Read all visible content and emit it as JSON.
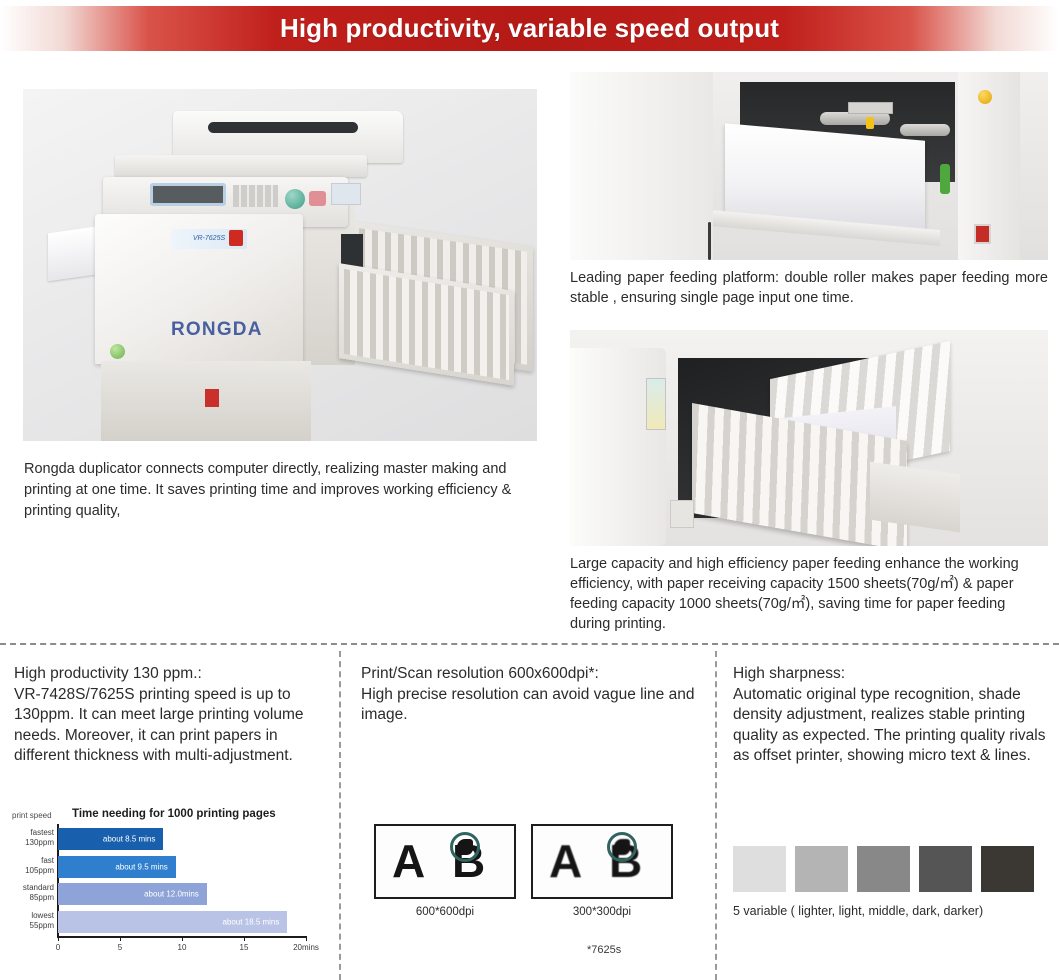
{
  "banner": {
    "title": "High productivity, variable speed output"
  },
  "photos": {
    "main": {
      "name": "rongda-duplicator-photo",
      "brand": "RONGDA",
      "model_sticker": "VR-7625S"
    },
    "feed": {
      "name": "paper-feeding-platform-photo"
    },
    "receive": {
      "name": "paper-receiving-tray-photo"
    }
  },
  "captions": {
    "main": "Rongda duplicator connects computer directly, realizing  master making and printing at one time. It saves printing time and improves  working efficiency & printing  quality,",
    "feed": "Leading  paper  feeding  platform:  double  roller   makes  paper feeding  more stable , ensuring single page input one time.",
    "receive": "Large capacity and high efficiency paper feeding enhance the working efficiency, with paper receiving capacity 1500 sheets(70g/㎡) & paper feeding capacity 1000 sheets(70g/㎡), saving  time for paper feeding during printing."
  },
  "columns": {
    "productivity": {
      "heading": "High productivity 130 ppm.:",
      "body": "VR-7428S/7625S printing speed is up to 130ppm. It can meet large printing volume needs. Moreover, it can print papers in different thickness with multi-adjustment."
    },
    "resolution": {
      "heading": "Print/Scan resolution 600x600dpi*:",
      "body": "High precise resolution can avoid vague line and image.",
      "samples": [
        {
          "letters": "AB",
          "caption": "600*600dpi"
        },
        {
          "letters": "AB",
          "caption": "300*300dpi"
        }
      ],
      "footnote": "*7625s"
    },
    "sharpness": {
      "heading": "High sharpness:",
      "body": "Automatic original type recognition, shade density adjustment, realizes stable printing quality as expected. The printing quality rivals as offset printer, showing micro text & lines.",
      "swatch_caption": "5 variable ( lighter, light, middle, dark, darker)",
      "swatches": [
        "#dedede",
        "#b4b4b4",
        "#888888",
        "#555555",
        "#3b3733"
      ]
    }
  },
  "chart_data": {
    "type": "bar",
    "orientation": "horizontal",
    "title": "Time needing for 1000 printing pages",
    "ylabel": "print speed",
    "xlabel": "20mins",
    "categories": [
      "fastest\n130ppm",
      "fast\n105ppm",
      "standard\n85ppm",
      "lowest\n55ppm"
    ],
    "category_lines": [
      [
        "fastest",
        "130ppm"
      ],
      [
        "fast",
        "105ppm"
      ],
      [
        "standard",
        "85ppm"
      ],
      [
        "lowest",
        "55ppm"
      ]
    ],
    "values": [
      8.5,
      9.5,
      12.0,
      18.5
    ],
    "value_labels": [
      "about 8.5  mins",
      "about  9.5 mins",
      "about 12.0mins",
      "about 18.5 mins"
    ],
    "colors": [
      "#1860ad",
      "#2f7fce",
      "#8ea3d8",
      "#b9c3e6"
    ],
    "xlim": [
      0,
      20
    ],
    "xticks": [
      0,
      5,
      10,
      15,
      20
    ],
    "xticklabels": [
      "0",
      "5",
      "10",
      "15",
      "20mins"
    ],
    "grid": false,
    "legend": false
  }
}
